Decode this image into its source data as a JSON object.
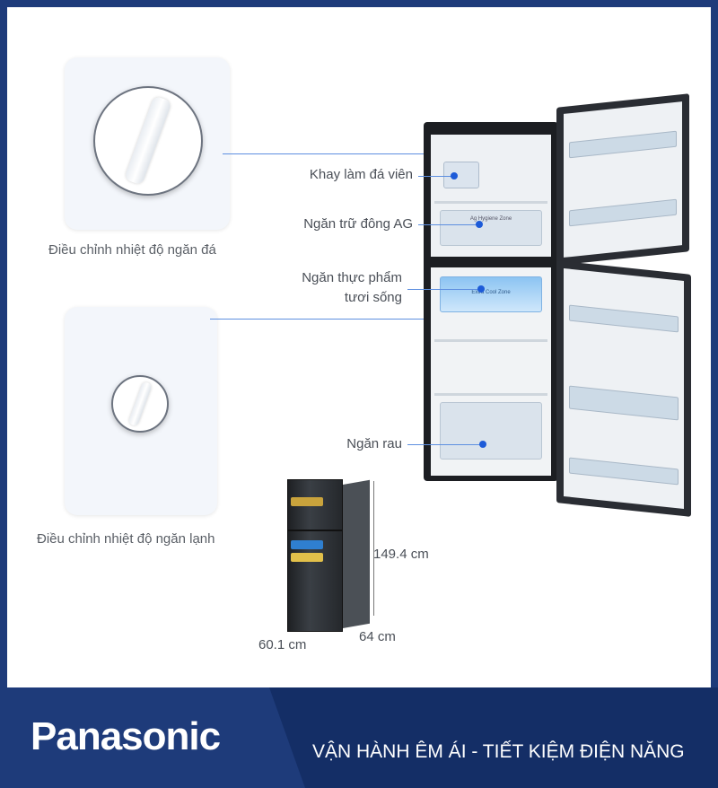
{
  "labels": {
    "ice_tray": "Khay làm đá viên",
    "freezer_ag": "Ngăn trữ đông AG",
    "fresh_food_line1": "Ngăn thực phẩm",
    "fresh_food_line2": "tươi sống",
    "vegetable": "Ngăn rau"
  },
  "captions": {
    "ice_dial": "Điều chỉnh nhiệt độ ngăn đá",
    "fresh_dial": "Điều chỉnh nhiệt độ ngăn lạnh"
  },
  "drawer_text": {
    "ag_zone": "Ag Hygiene Zone",
    "extra_cool": "Extra Cool Zone"
  },
  "dimensions": {
    "height": "149.4 cm",
    "width": "60.1 cm",
    "depth": "64 cm"
  },
  "banner": {
    "brand": "Panasonic",
    "slogan": "VẬN HÀNH ÊM ÁI - TIẾT KIỆM ĐIỆN NĂNG"
  },
  "colors": {
    "banner_dark": "#142e66",
    "banner_light": "#1e3b7a",
    "accent_blue": "#1d5bd8"
  }
}
